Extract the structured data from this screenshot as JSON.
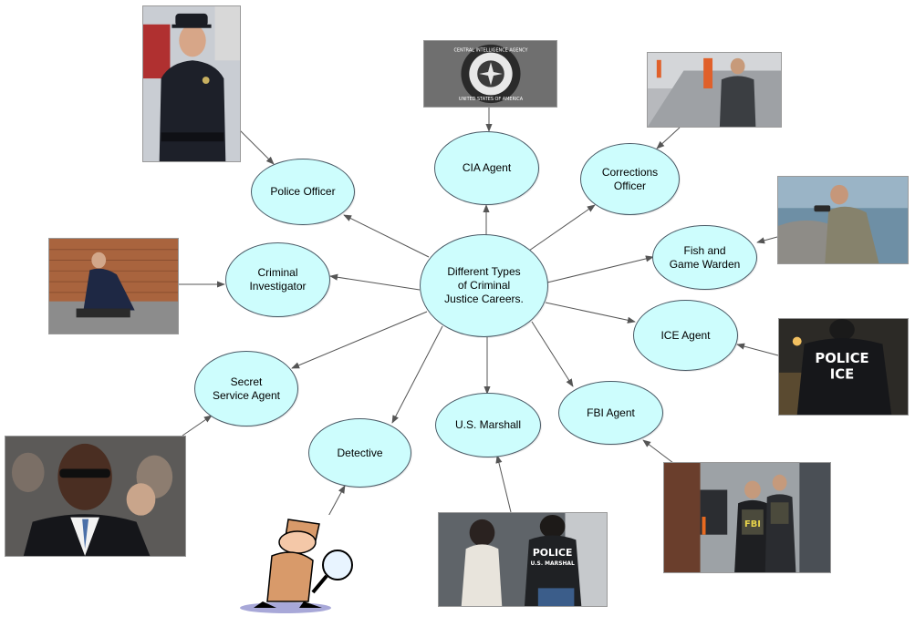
{
  "diagram": {
    "center": "Different Types\nof Criminal\nJustice Careers.",
    "careers": {
      "police": "Police Officer",
      "cia": "CIA Agent",
      "corrections": "Corrections\nOfficer",
      "fish": "Fish and\nGame Warden",
      "criminal": "Criminal\nInvestigator",
      "ice": "ICE Agent",
      "secret": "Secret\nService Agent",
      "detective": "Detective",
      "marshall": "U.S. Marshall",
      "fbi": "FBI Agent"
    },
    "photo_text": {
      "cia_seal": "CENTRAL INTELLIGENCE AGENCY",
      "cia_seal_bottom": "UNITED STATES OF AMERICA",
      "ice_line1": "POLICE",
      "ice_line2": "ICE",
      "marshal_line1": "POLICE",
      "marshal_line2": "U.S. MARSHAL",
      "fbi_vest": "FBI"
    },
    "colors": {
      "node_fill": "#cdfdfd",
      "node_stroke": "#4a5a66",
      "edge": "#555555"
    }
  }
}
